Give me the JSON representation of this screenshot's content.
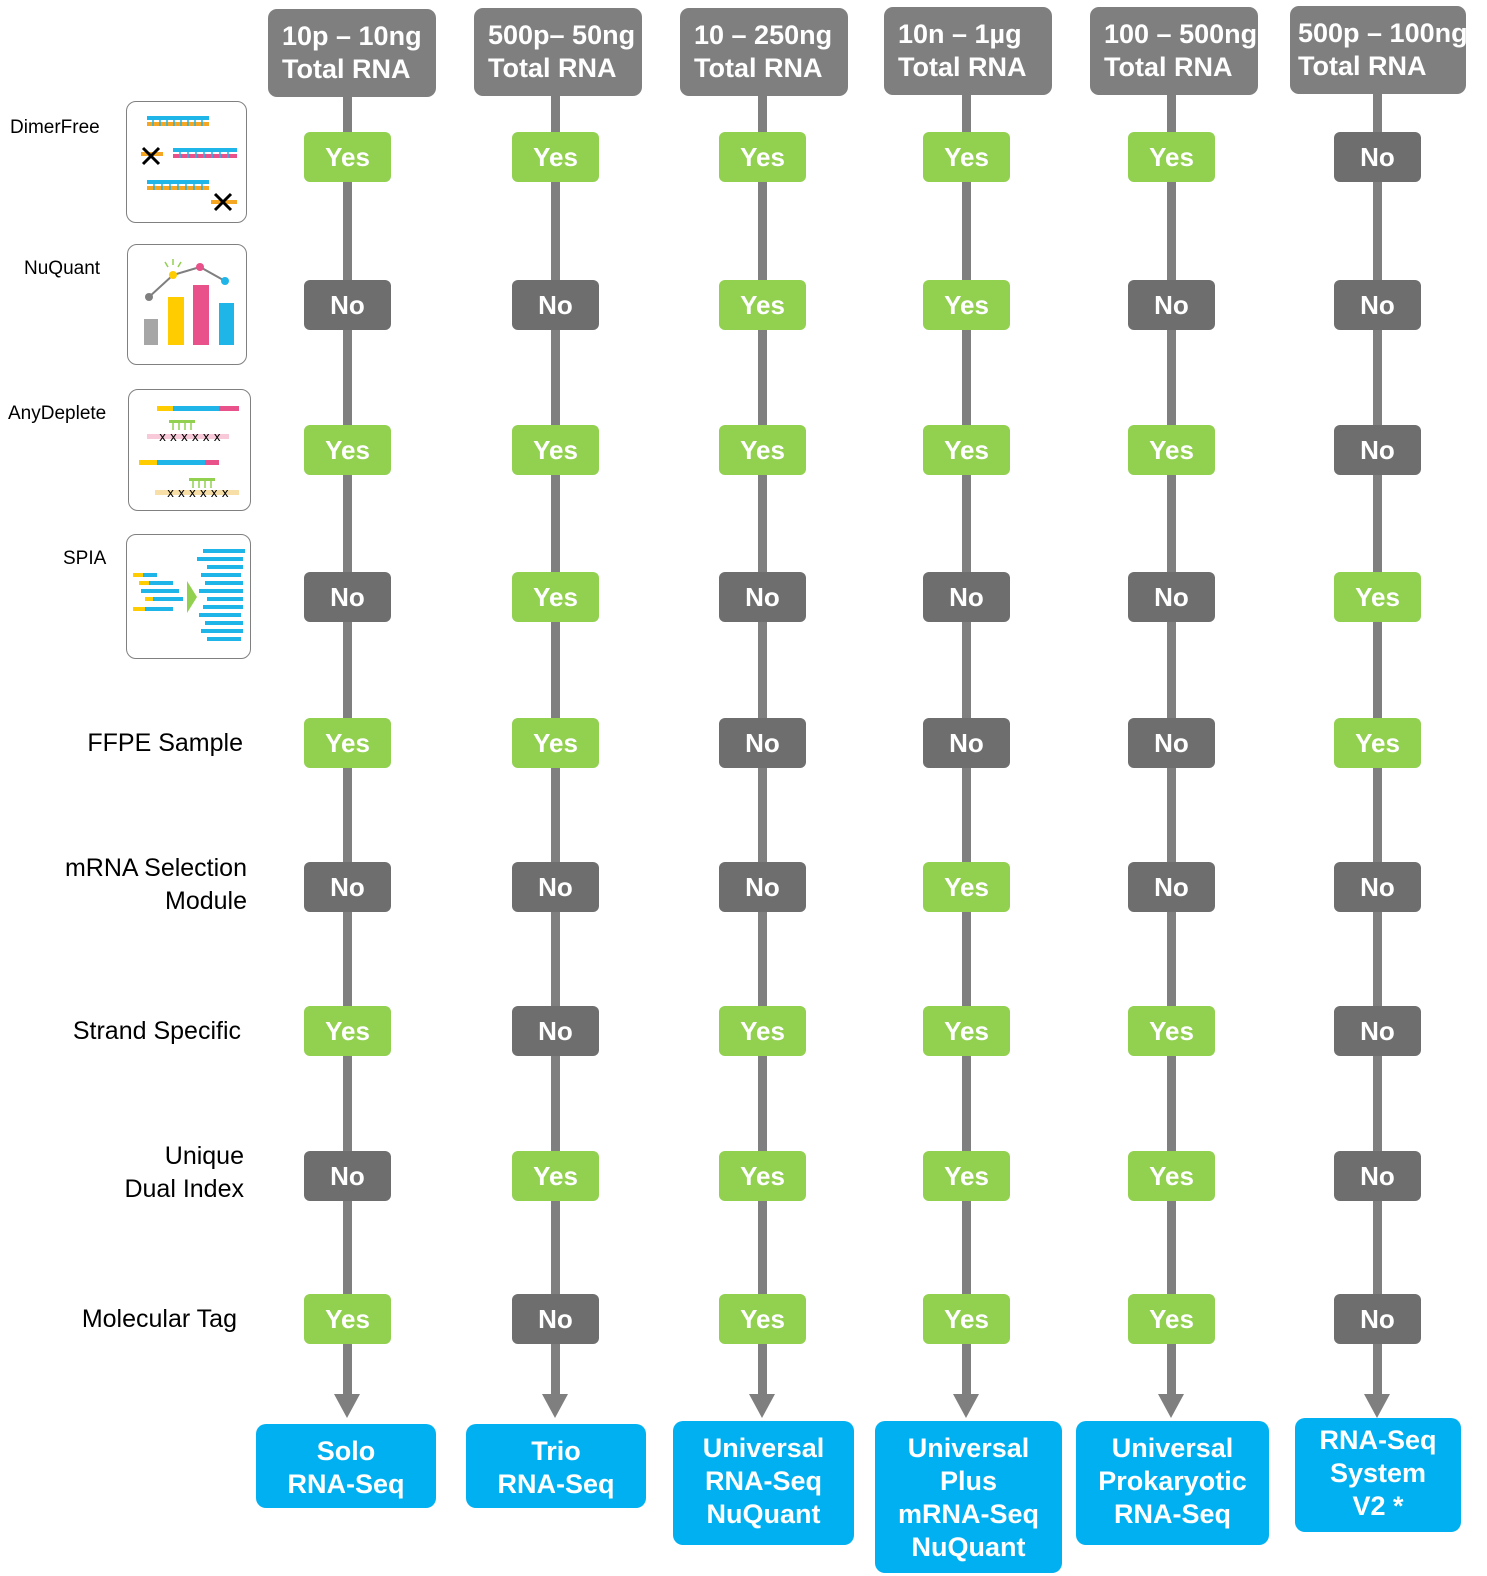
{
  "columns": [
    {
      "header": [
        "10p – 10ng",
        "Total RNA"
      ],
      "values": [
        "Yes",
        "No",
        "Yes",
        "No",
        "Yes",
        "No",
        "Yes",
        "No",
        "Yes"
      ],
      "product": [
        "Solo",
        "RNA-Seq"
      ]
    },
    {
      "header": [
        "500p– 50ng",
        "Total RNA"
      ],
      "values": [
        "Yes",
        "No",
        "Yes",
        "Yes",
        "Yes",
        "No",
        "No",
        "Yes",
        "No"
      ],
      "product": [
        "Trio",
        "RNA-Seq"
      ]
    },
    {
      "header": [
        "10 – 250ng",
        "Total RNA"
      ],
      "values": [
        "Yes",
        "Yes",
        "Yes",
        "No",
        "No",
        "No",
        "Yes",
        "Yes",
        "Yes"
      ],
      "product": [
        "Universal",
        "RNA-Seq",
        "NuQuant"
      ]
    },
    {
      "header": [
        "10n – 1µg",
        "Total RNA"
      ],
      "values": [
        "Yes",
        "Yes",
        "Yes",
        "No",
        "No",
        "Yes",
        "Yes",
        "Yes",
        "Yes"
      ],
      "product": [
        "Universal",
        "Plus",
        "mRNA-Seq",
        "NuQuant"
      ]
    },
    {
      "header": [
        "100 – 500ng",
        "Total RNA"
      ],
      "values": [
        "Yes",
        "No",
        "Yes",
        "No",
        "No",
        "No",
        "Yes",
        "Yes",
        "Yes"
      ],
      "product": [
        "Universal",
        "Prokaryotic",
        "RNA-Seq"
      ]
    },
    {
      "header": [
        "500p – 100ng",
        "Total RNA"
      ],
      "values": [
        "No",
        "No",
        "No",
        "Yes",
        "Yes",
        "No",
        "No",
        "No",
        "No"
      ],
      "product": [
        "RNA-Seq",
        "System",
        "V2 *"
      ]
    }
  ],
  "rows": [
    {
      "label": [
        "DimerFree"
      ],
      "icon": "dimerfree-icon"
    },
    {
      "label": [
        "NuQuant"
      ],
      "icon": "nuquant-icon"
    },
    {
      "label": [
        "AnyDeplete"
      ],
      "icon": "anydeplete-icon"
    },
    {
      "label": [
        "SPIA"
      ],
      "icon": "spia-icon"
    },
    {
      "label": [
        "FFPE Sample"
      ]
    },
    {
      "label": [
        "mRNA Selection",
        "Module"
      ]
    },
    {
      "label": [
        "Strand Specific"
      ]
    },
    {
      "label": [
        "Unique",
        "Dual Index"
      ]
    },
    {
      "label": [
        "Molecular Tag"
      ]
    }
  ],
  "colors": {
    "yes": "#92d050",
    "no": "#6e6e6e",
    "header": "#7f7f7f",
    "product": "#00b0f0"
  }
}
